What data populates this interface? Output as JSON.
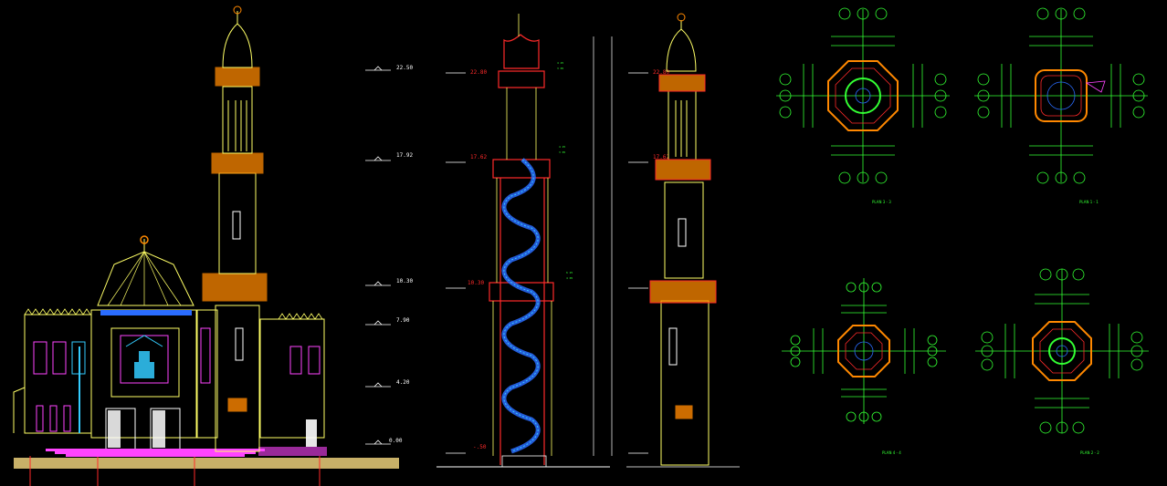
{
  "drawing": {
    "background": "#000000",
    "colors": {
      "yellow": "#ffff66",
      "orange": "#ff8800",
      "red": "#ff2a2a",
      "blue": "#2a6cff",
      "green": "#33ff33",
      "magenta": "#ff44ff",
      "white": "#ffffff",
      "cyan": "#33ccff",
      "ground": "#c8b068"
    },
    "level_marks_left": [
      "22.50",
      "17.92",
      "10.30",
      "7.90",
      "4.20",
      "0.00"
    ],
    "level_marks_section": [
      "22.80",
      "17.62",
      "10.30",
      "-.50"
    ],
    "level_marks_right": [
      "22.80",
      "17.62"
    ],
    "plan_captions": [
      {
        "id": "plan-1",
        "text": "PLAN 3 - 3"
      },
      {
        "id": "plan-2",
        "text": "PLAN 1 - 1"
      },
      {
        "id": "plan-3",
        "text": "PLAN 4 - 4"
      },
      {
        "id": "plan-4",
        "text": "PLAN 2 - 2"
      }
    ]
  }
}
